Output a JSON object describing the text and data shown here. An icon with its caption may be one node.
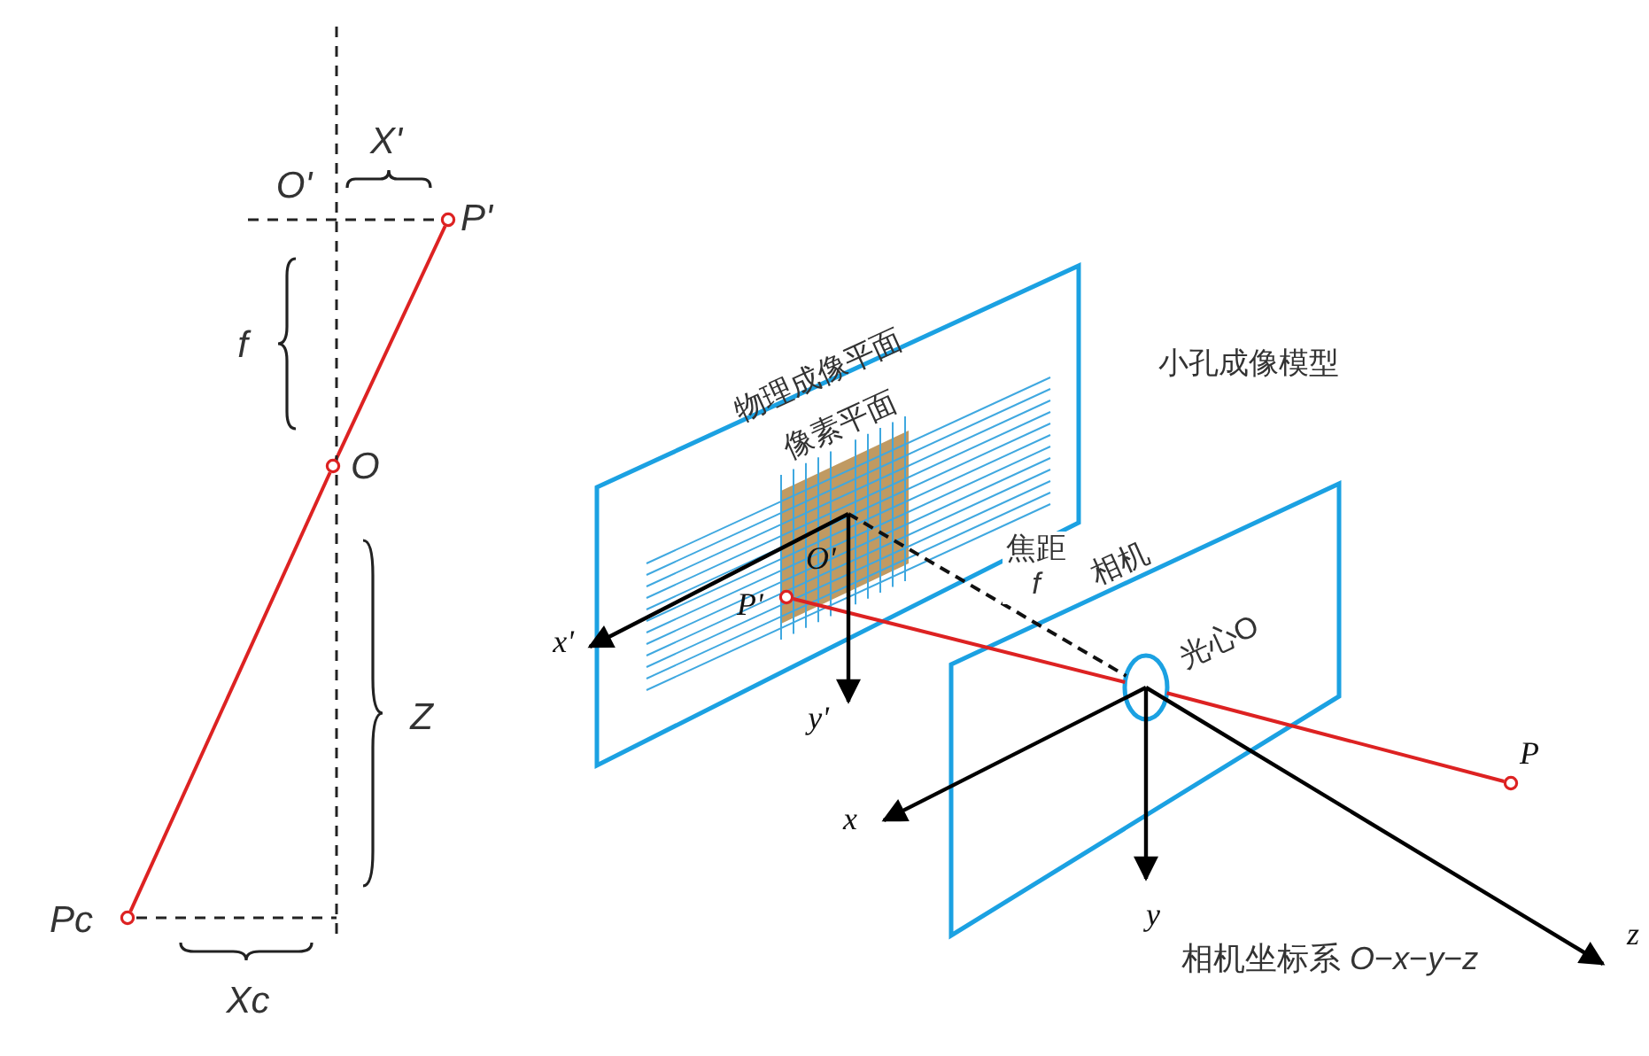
{
  "diagram": {
    "nodes": [
      {
        "text": [
          "P'"
        ]
      },
      {
        "text": [
          "O"
        ]
      },
      {
        "text": [
          "Pc"
        ]
      },
      {
        "text": [
          "物理成像平面"
        ]
      },
      {
        "text": [
          "像素平面"
        ],
        "in": 3
      },
      {
        "text": [
          "O'"
        ],
        "in": 4
      },
      {
        "text": [
          "P'"
        ],
        "in": 4
      },
      {
        "text": [
          "相机"
        ]
      },
      {
        "text": [
          "光心O"
        ],
        "in": 7
      },
      {
        "text": [
          "P"
        ]
      }
    ],
    "edges": [
      {
        "from": 0,
        "to": 1,
        "arrow": "none"
      },
      {
        "from": 1,
        "to": 2,
        "arrow": "none"
      },
      {
        "from": 6,
        "to": 8,
        "arrow": "none"
      },
      {
        "from": 8,
        "to": 9,
        "arrow": "none"
      },
      {
        "from": 5,
        "to": 8,
        "arrow": "none",
        "label": "焦距 *f*",
        "style": "dashed",
        "color": "#111111"
      }
    ],
    "labels": [
      "X'",
      "O'",
      "f",
      "Z",
      "Xc",
      "小孔成像模型",
      "x'",
      "y'",
      "x",
      "y",
      "z",
      "相机坐标系 *O*−*x*−*y*−*z*"
    ]
  }
}
